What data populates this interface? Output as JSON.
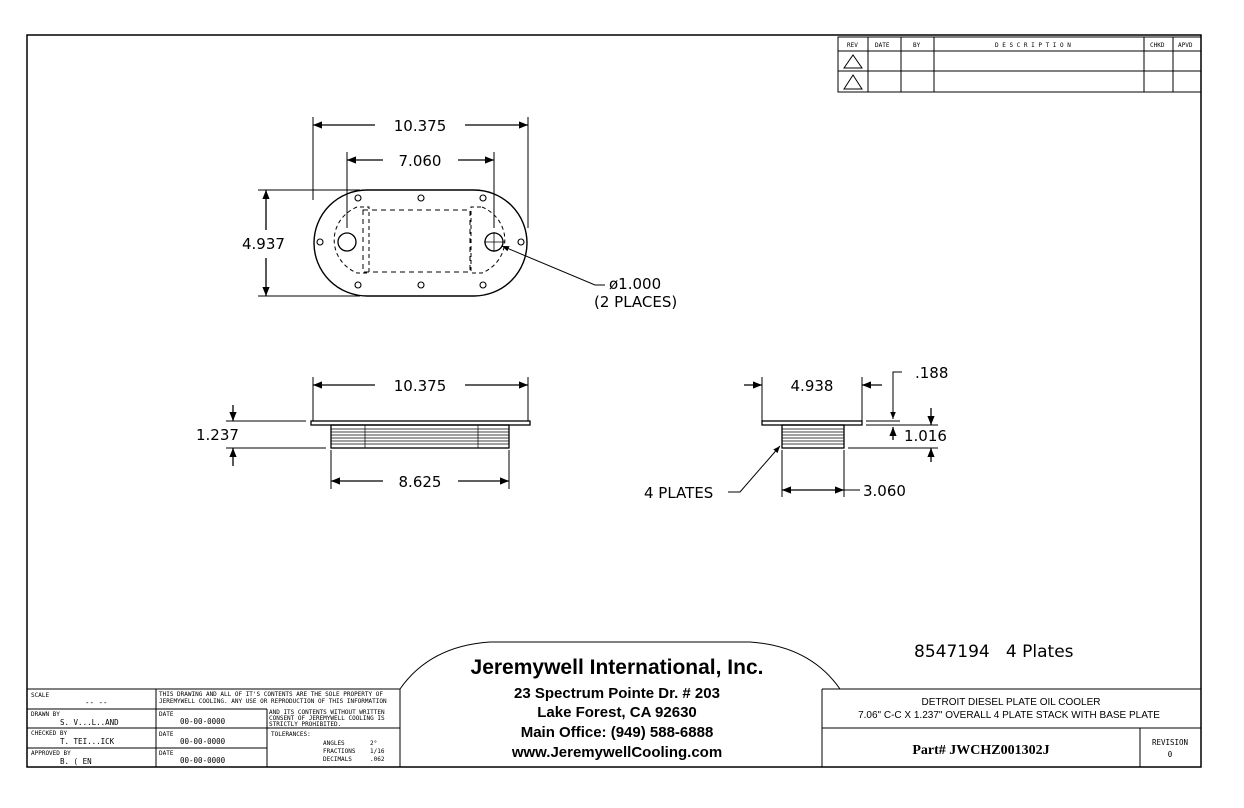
{
  "revision_table": {
    "headers": [
      "REV",
      "DATE",
      "BY",
      "D E S C R I P T I O N",
      "CHKD",
      "APVD"
    ],
    "rows": [
      {
        "rev_symbol": "triangle",
        "date": "",
        "by": "",
        "description": "",
        "chkd": "",
        "apvd": ""
      },
      {
        "rev_symbol": "triangle",
        "date": "",
        "by": "",
        "description": "",
        "chkd": "",
        "apvd": ""
      }
    ]
  },
  "top_view": {
    "overall_length": "10.375",
    "center_to_center": "7.060",
    "height": "4.937",
    "hole_callout_line1": "ø1.000",
    "hole_callout_line2": "(2 PLACES)"
  },
  "side_view": {
    "overall_length": "10.375",
    "stack_height": "1.237",
    "stack_length": "8.625"
  },
  "end_view": {
    "base_width": "4.938",
    "plate_thickness": ".188",
    "stack_height": "1.016",
    "stack_width": "3.060",
    "plates_label": "4 PLATES"
  },
  "part_caption": "8547194   4 Plates",
  "company": {
    "name": "Jeremywell International, Inc.",
    "address1": "23 Spectrum Pointe Dr. # 203",
    "address2": "Lake Forest, CA 92630",
    "phone": "Main Office: (949) 588-6888",
    "website": "www.JeremywellCooling.com"
  },
  "title_block": {
    "description_line1": "DETROIT DIESEL PLATE OIL COOLER",
    "description_line2": "7.06\" C-C X 1.237\" OVERALL 4 PLATE STACK WITH BASE PLATE",
    "part_number": "Part# JWCHZ001302J",
    "revision_label": "REVISION",
    "revision_value": "0"
  },
  "info_block": {
    "scale_label": "SCALE",
    "scale_value": "-- --",
    "drawn_label": "DRAWN BY",
    "drawn_value": "S. V...L..AND",
    "checked_label": "CHECKED BY",
    "checked_value": "T. TEI...ICK",
    "approved_label": "APPROVED BY",
    "approved_value": "B. (  EN",
    "date_label": "DATE",
    "date_value": "00-00-0000",
    "notice_line1": "THIS DRAWING AND ALL OF IT'S CONTENTS ARE THE SOLE PROPERTY OF",
    "notice_line2": "JEREMYWELL COOLING. ANY USE OR REPRODUCTION OF THIS INFORMATION",
    "notice_line3": "AND ITS CONTENTS WITHOUT WRITTEN",
    "notice_line4": "CONSENT OF JEREMYWELL COOLING IS",
    "notice_line5": "STRICTLY PROHIBITED.",
    "tolerances_label": "TOLERANCES:",
    "angles_label": "ANGLES",
    "angles_value": "2°",
    "fractions_label": "FRACTIONS",
    "fractions_value": "1/16",
    "decimals_label": "DECIMALS",
    "decimals_value": ".062"
  }
}
